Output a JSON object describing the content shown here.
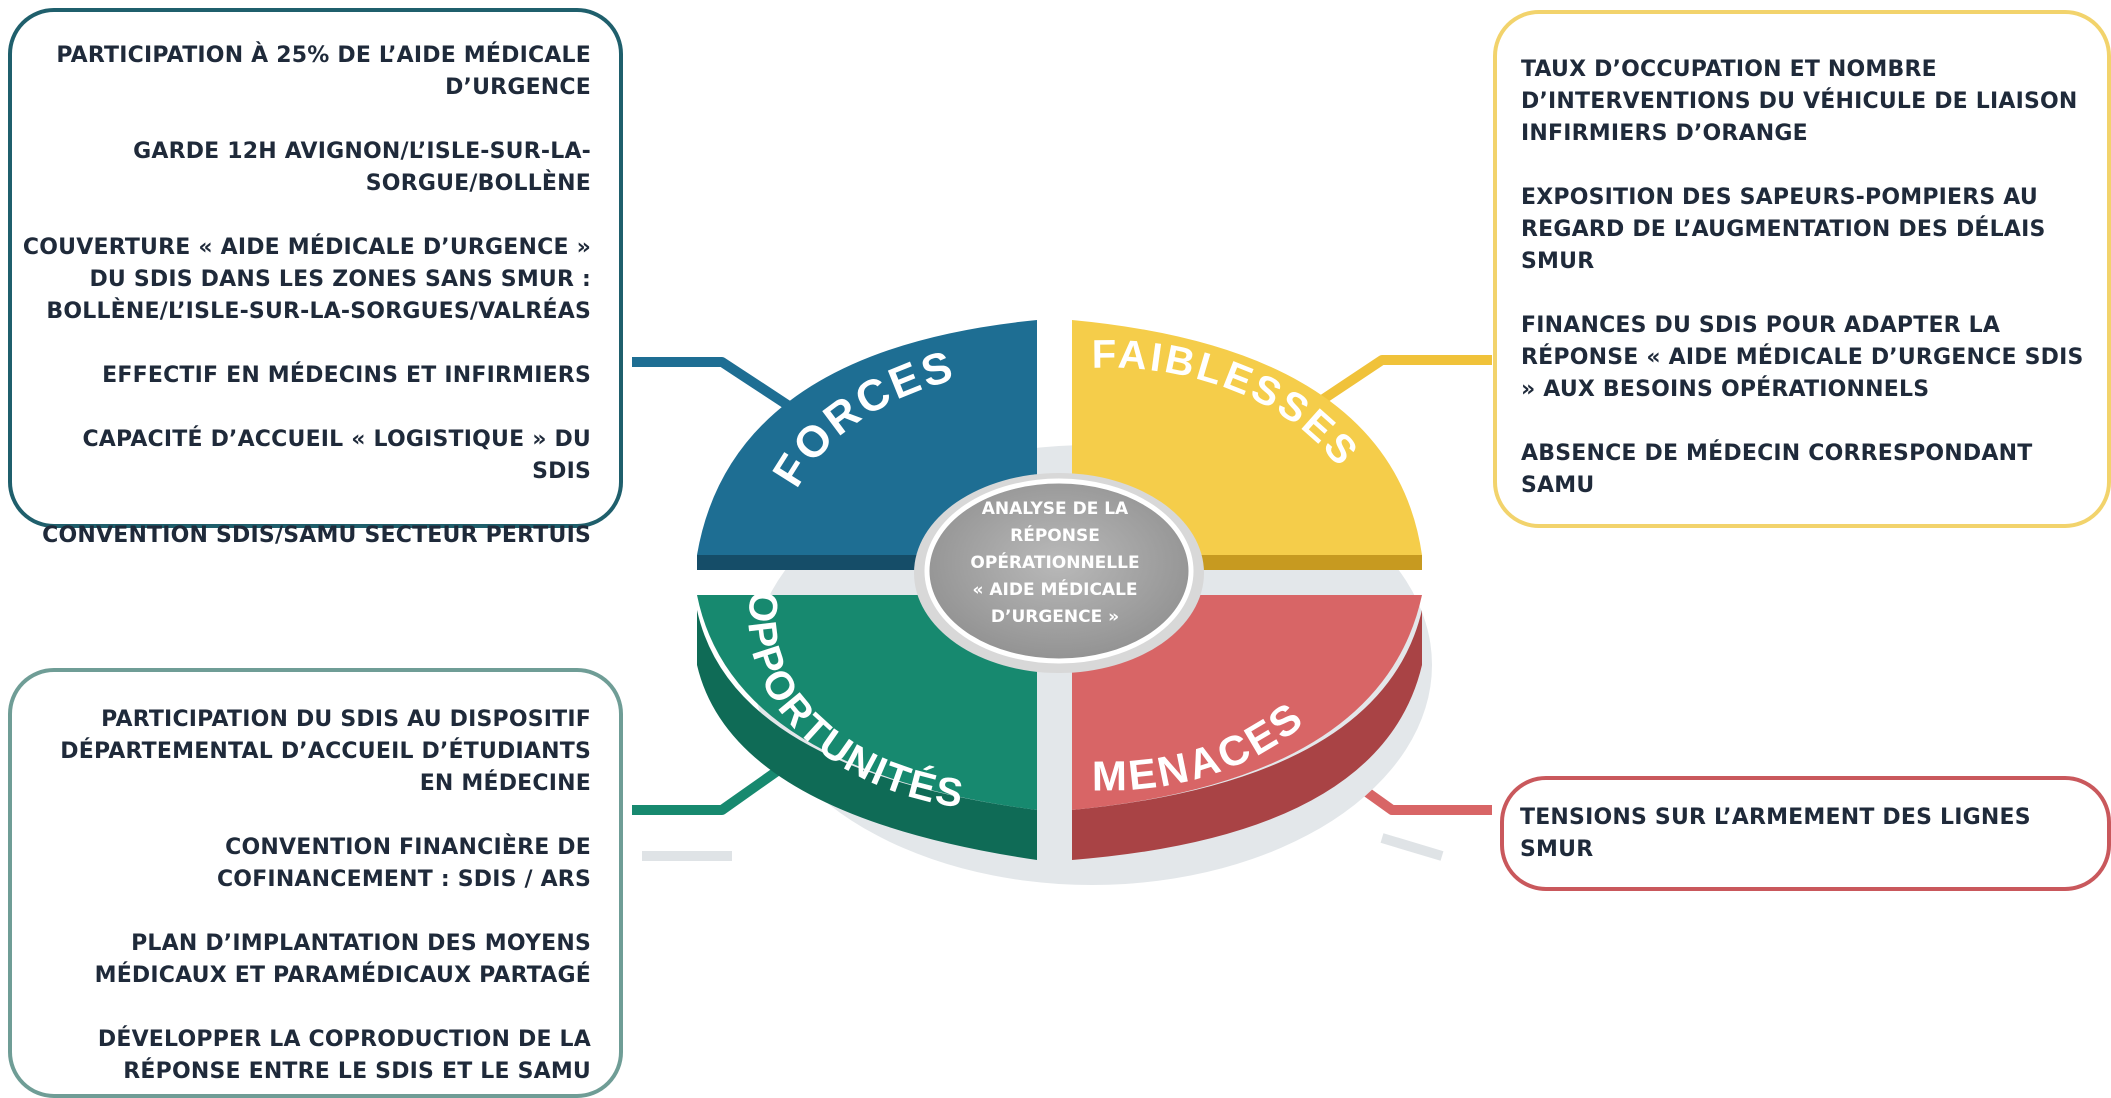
{
  "center": {
    "lines": [
      "ANALYSE DE LA",
      "RÉPONSE",
      "OPÉRATIONNELLE",
      "« AIDE MÉDICALE",
      "D’URGENCE »"
    ]
  },
  "quadrants": {
    "forces": {
      "label": "FORCES",
      "color": "#1e6e93"
    },
    "faiblesses": {
      "label": "FAIBLESSES",
      "color": "#f5cd4a"
    },
    "opportunites": {
      "label": "OPPORTUNITÉS",
      "color": "#17896f"
    },
    "menaces": {
      "label": "MENACES",
      "color": "#d86566"
    }
  },
  "boxes": {
    "forces": {
      "border_color": "#1f5f6c",
      "items": [
        "PARTICIPATION À 25% DE L’AIDE MÉDICALE D’URGENCE",
        "GARDE 12H AVIGNON/L’ISLE-SUR-LA-SORGUE/BOLLÈNE",
        "COUVERTURE « AIDE MÉDICALE D’URGENCE » DU SDIS DANS LES ZONES SANS SMUR : BOLLÈNE/L’ISLE-SUR-LA-SORGUES/VALRÉAS",
        "EFFECTIF EN MÉDECINS ET INFIRMIERS",
        "CAPACITÉ D’ACCUEIL « LOGISTIQUE » DU SDIS",
        "CONVENTION SDIS/SAMU SECTEUR PERTUIS"
      ]
    },
    "opportunites": {
      "border_color": "#6f9d96",
      "items": [
        "PARTICIPATION DU SDIS AU DISPOSITIF DÉPARTEMENTAL D’ACCUEIL D’ÉTUDIANTS EN MÉDECINE",
        "CONVENTION FINANCIÈRE DE COFINANCEMENT : SDIS / ARS",
        "PLAN D’IMPLANTATION DES MOYENS MÉDICAUX ET PARAMÉDICAUX PARTAGÉ",
        "DÉVELOPPER LA COPRODUCTION DE LA RÉPONSE ENTRE LE SDIS ET LE SAMU"
      ]
    },
    "faiblesses": {
      "border_color": "#f2d36c",
      "items": [
        "TAUX D’OCCUPATION ET NOMBRE D’INTERVENTIONS DU VÉHICULE DE LIAISON INFIRMIERS D’ORANGE",
        "EXPOSITION DES SAPEURS-POMPIERS AU REGARD DE L’AUGMENTATION DES DÉLAIS SMUR",
        "FINANCES DU SDIS POUR ADAPTER LA RÉPONSE « AIDE MÉDICALE D’URGENCE SDIS » AUX BESOINS OPÉRATIONNELS",
        "ABSENCE DE MÉDECIN CORRESPONDANT SAMU"
      ]
    },
    "menaces": {
      "border_color": "#c9585c",
      "items": [
        "TENSIONS SUR L’ARMEMENT DES LIGNES SMUR"
      ]
    }
  }
}
